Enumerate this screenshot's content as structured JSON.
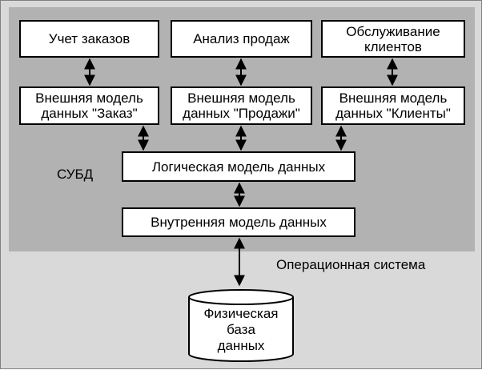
{
  "dbms_label": "СУБД",
  "os_label": "Операционная система",
  "applications": [
    {
      "label": "Учет заказов"
    },
    {
      "label": "Анализ продаж"
    },
    {
      "label": "Обслуживание\nклиентов"
    }
  ],
  "external_models": [
    {
      "label": "Внешняя модель\nданных \"Заказ\""
    },
    {
      "label": "Внешняя модель\nданных \"Продажи\""
    },
    {
      "label": "Внешняя модель\nданных \"Клиенты\""
    }
  ],
  "logical_model": "Логическая модель данных",
  "internal_model": "Внутренняя модель данных",
  "physical_db": "Физическая\nбаза\nданных",
  "colors": {
    "background": "#d9d9d9",
    "dbms_zone": "#b2b2b2",
    "box_fill": "#ffffff",
    "stroke": "#000000"
  }
}
